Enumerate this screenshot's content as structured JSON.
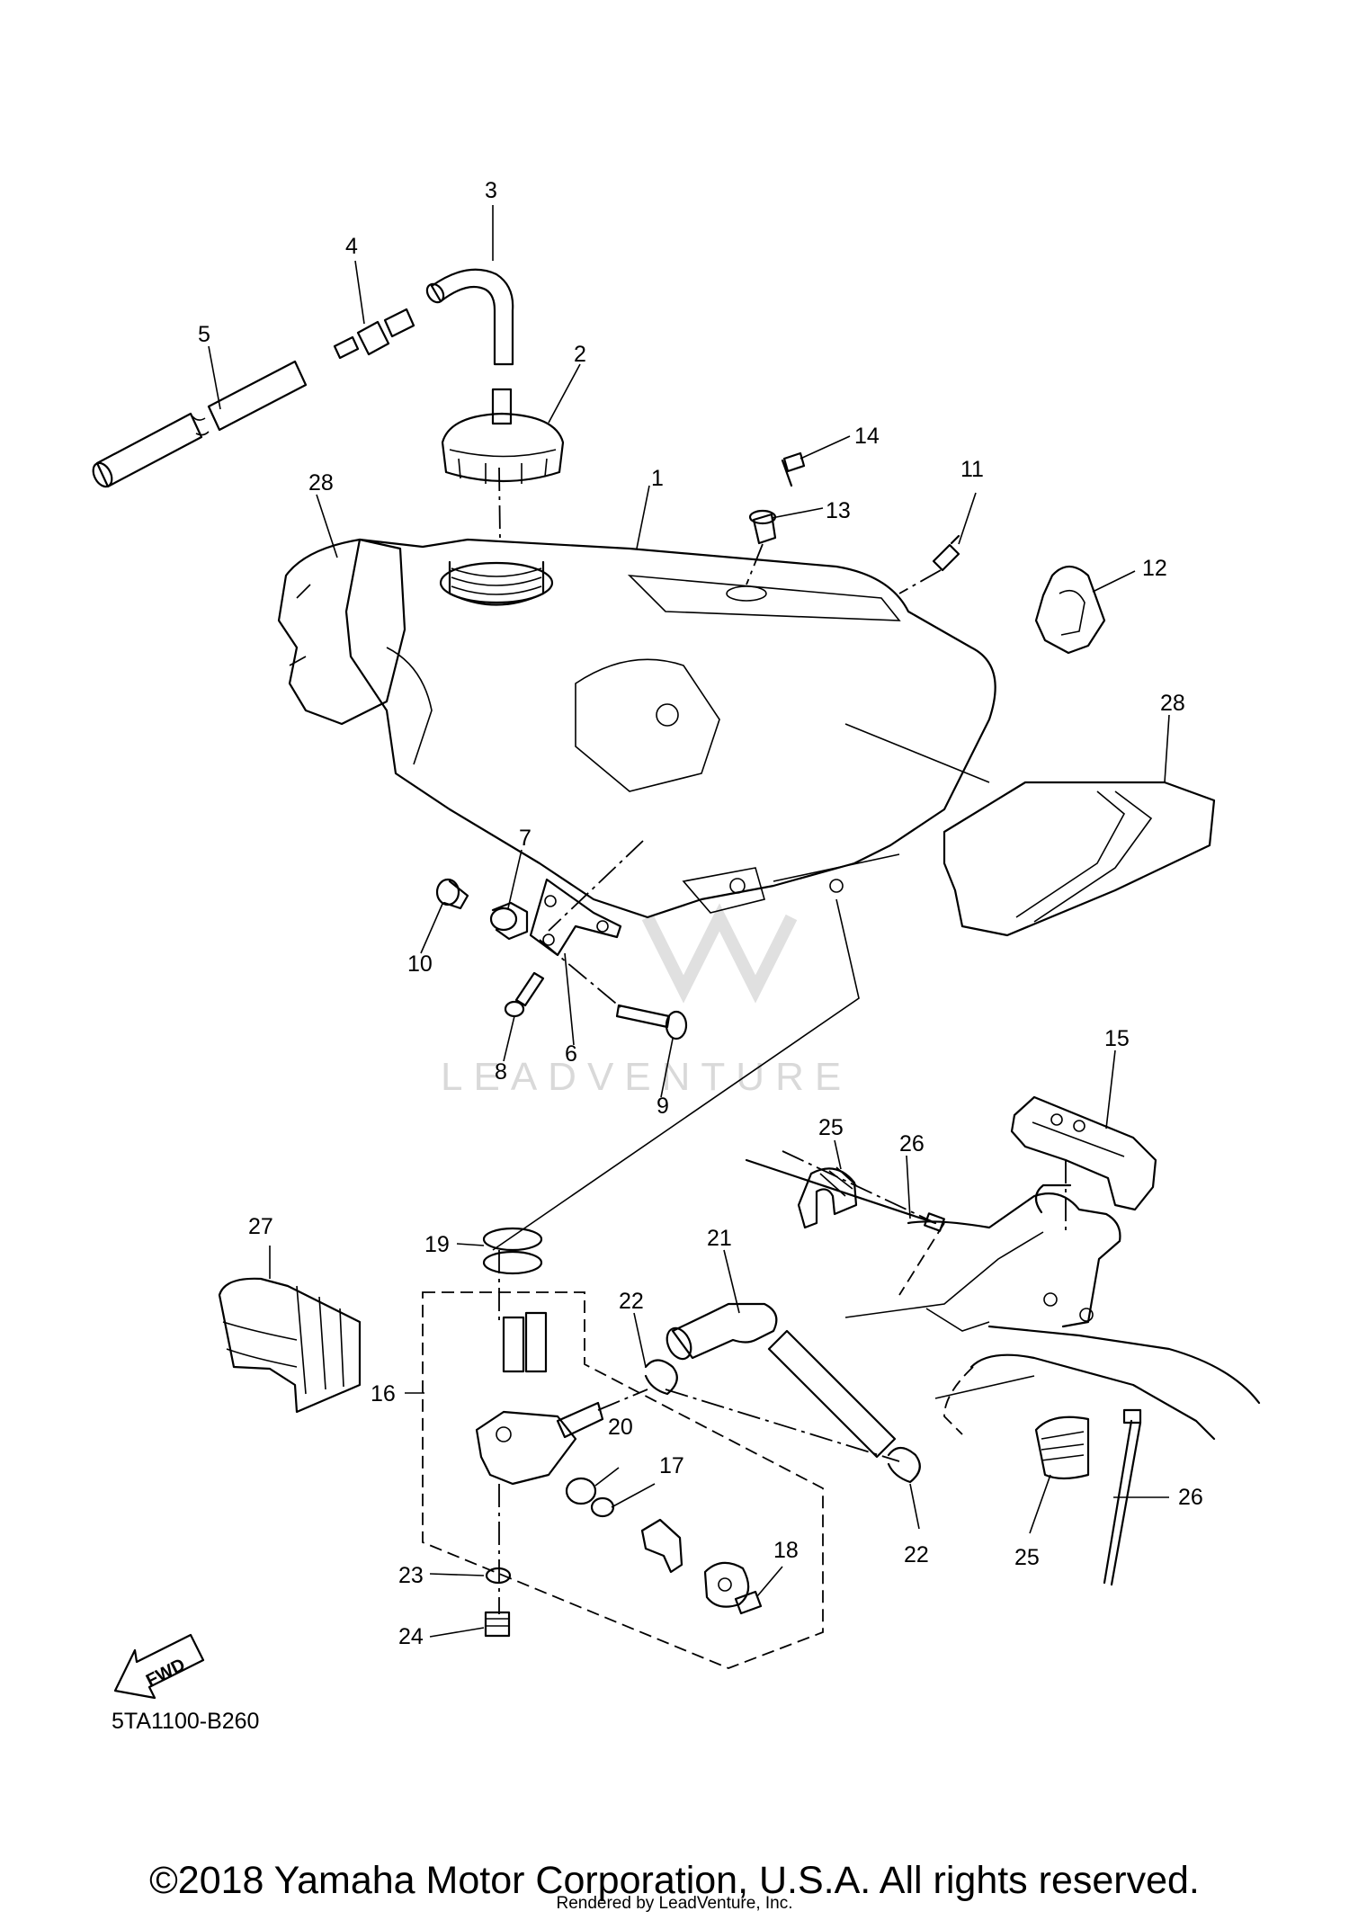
{
  "diagram_code": "5TA1100-B260",
  "watermark_text": "LEADVENTURE",
  "fwd_label": "FWD",
  "footer": {
    "copyright": "©2018 Yamaha Motor Corporation, U.S.A. All rights reserved.",
    "rendered_by": "Rendered by LeadVenture, Inc."
  },
  "callouts": {
    "n1": "1",
    "n2": "2",
    "n3": "3",
    "n4": "4",
    "n5": "5",
    "n6": "6",
    "n7": "7",
    "n8": "8",
    "n9": "9",
    "n10": "10",
    "n11": "11",
    "n12": "12",
    "n13": "13",
    "n14": "14",
    "n15": "15",
    "n16": "16",
    "n17": "17",
    "n18": "18",
    "n19": "19",
    "n20": "20",
    "n21": "21",
    "n22": "22",
    "n23": "23",
    "n24": "24",
    "n25": "25",
    "n26": "26",
    "n27": "27",
    "n28": "28"
  }
}
